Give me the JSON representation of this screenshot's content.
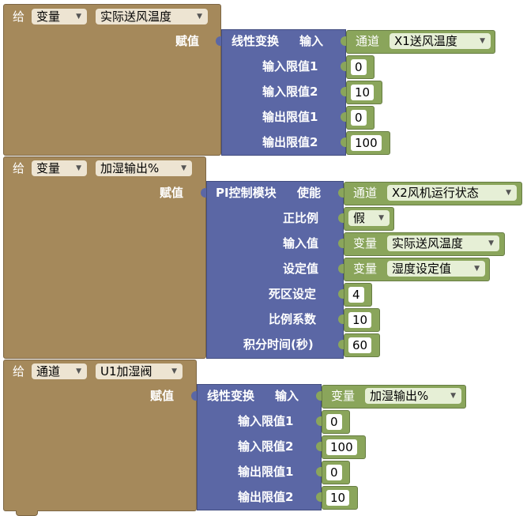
{
  "blocks": [
    {
      "set_label": "给",
      "target_type": "变量",
      "target_name": "实际送风温度",
      "assign_label": "赋值",
      "func": {
        "name": "线性变换",
        "first_input_label": "输入",
        "first_input": {
          "kind": "dropdown",
          "type": "通道",
          "value": "X1送风温度"
        },
        "params": [
          {
            "label": "输入限值1",
            "value": "0"
          },
          {
            "label": "输入限值2",
            "value": "10"
          },
          {
            "label": "输出限值1",
            "value": "0"
          },
          {
            "label": "输出限值2",
            "value": "100"
          }
        ]
      }
    },
    {
      "set_label": "给",
      "target_type": "变量",
      "target_name": "加湿输出%",
      "assign_label": "赋值",
      "func": {
        "name": "PI控制模块",
        "first_input_label": "使能",
        "first_input": {
          "kind": "dropdown",
          "type": "通道",
          "value": "X2风机运行状态"
        },
        "params": [
          {
            "label": "正比例",
            "kind": "bool",
            "value": "假"
          },
          {
            "label": "输入值",
            "kind": "dropdown",
            "type": "变量",
            "value": "实际送风温度"
          },
          {
            "label": "设定值",
            "kind": "dropdown",
            "type": "变量",
            "value": "湿度设定值"
          },
          {
            "label": "死区设定",
            "value": "4"
          },
          {
            "label": "比例系数",
            "value": "10"
          },
          {
            "label": "积分时间(秒)",
            "value": "60"
          }
        ]
      }
    },
    {
      "set_label": "给",
      "target_type": "通道",
      "target_name": "U1加湿阀",
      "assign_label": "赋值",
      "func": {
        "name": "线性变换",
        "first_input_label": "输入",
        "first_input": {
          "kind": "dropdown",
          "type": "变量",
          "value": "加湿输出%"
        },
        "params": [
          {
            "label": "输入限值1",
            "value": "0"
          },
          {
            "label": "输入限值2",
            "value": "100"
          },
          {
            "label": "输出限值1",
            "value": "0"
          },
          {
            "label": "输出限值2",
            "value": "10"
          }
        ]
      }
    }
  ],
  "icons": {
    "dropdown_arrow": "▼"
  },
  "colors": {
    "set_block": "#a5895b",
    "function_block": "#5b67a5",
    "value_block": "#8aa55b",
    "background": "#ffffff"
  }
}
